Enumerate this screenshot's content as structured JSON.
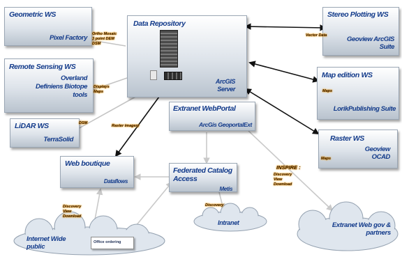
{
  "nodes": {
    "data_repository": {
      "title": "Data Repository",
      "subtitle": "ArcGIS Server"
    },
    "geometric_ws": {
      "title": "Geometric WS",
      "subtitle": "Pixel Factory"
    },
    "remote_sensing_ws": {
      "title": "Remote Sensing WS",
      "subtitle": "Overland Definiens Biotope tools"
    },
    "lidar_ws": {
      "title": "LiDAR WS",
      "subtitle": "TerraSolid"
    },
    "stereo_plotting_ws": {
      "title": "Stereo Plotting WS",
      "subtitle": "Geoview ArcGIS Suite"
    },
    "map_edition_ws": {
      "title": "Map edition WS",
      "subtitle": "LorikPublishing Suite"
    },
    "raster_ws": {
      "title": "Raster WS",
      "subtitle": "Geoview OCAD"
    },
    "extranet_webportal": {
      "title": "Extranet WebPortal",
      "subtitle": "ArcGis GeoportalExt"
    },
    "web_boutique": {
      "title": "Web boutique",
      "subtitle": "Dataflows"
    },
    "federated_catalog": {
      "title": "Federated Catalog Access",
      "subtitle": "Metis"
    }
  },
  "clouds": {
    "internet": {
      "text": "Internet Wide public",
      "inner_box": "Office ordering"
    },
    "intranet": {
      "text": "Intranet"
    },
    "extranet": {
      "text": "Extranet Web gov & partners"
    }
  },
  "edge_labels": {
    "geometric": "Ortho Mosaic 3 point DEM DSM",
    "remote": "Displays Maps",
    "lidar": "DSM",
    "vector": "Vector Data",
    "map": "Maps",
    "raster": "Maps",
    "raster_imagery": "Raster imagery",
    "web_boutique": "Discovery View Download",
    "federated": "Discovery",
    "inspire_title": "INSPIRE :",
    "inspire_items": "Discovery View Download"
  }
}
